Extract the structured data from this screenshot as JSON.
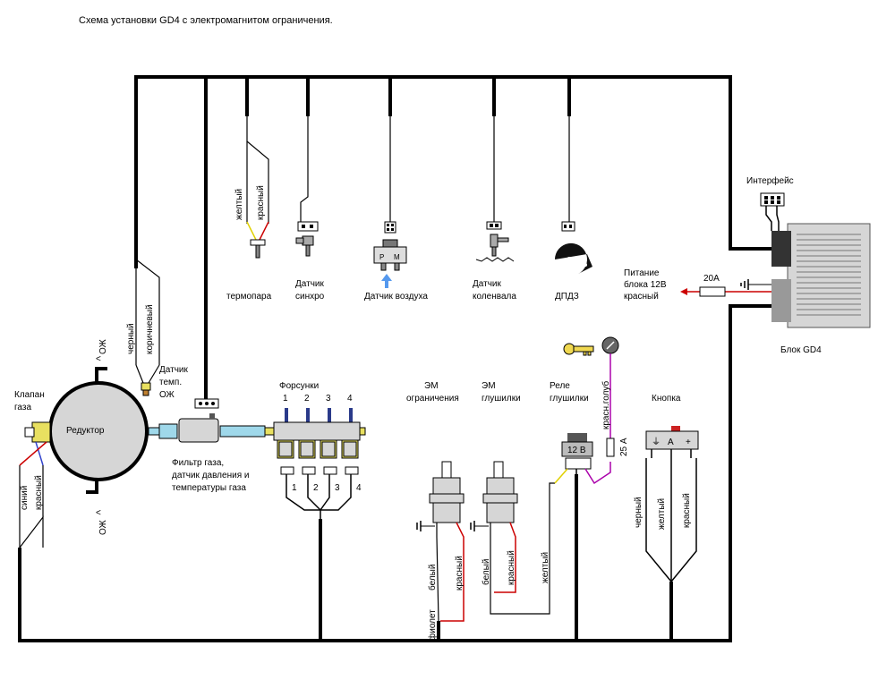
{
  "title": "Схема установки GD4 с электромагнитом ограничения.",
  "labels": {
    "interface": "Интерфейс",
    "block": "Блок GD4",
    "power_line1": "Питание",
    "power_line2": "блока 12В",
    "power_line3": "красный",
    "fuse_20a": "20А",
    "thermocouple": "термопара",
    "sync_line1": "Датчик",
    "sync_line2": "синхро",
    "air_sensor": "Датчик воздуха",
    "crank_line1": "Датчик",
    "crank_line2": "коленвала",
    "dpdz": "ДПДЗ",
    "reducer": "Редуктор",
    "gas_valve_line1": "Клапан",
    "gas_valve_line2": "газа",
    "temp_line1": "Датчик",
    "temp_line2": "темп.",
    "temp_line3": "ОЖ",
    "oz_top": "ОЖ",
    "oz_bottom": "ОЖ",
    "filter_line1": "Фильтр газа,",
    "filter_line2": "датчик давления и",
    "filter_line3": "температуры газа",
    "injectors": "Форсунки",
    "em_limit_line1": "ЭМ",
    "em_limit_line2": "ограничения",
    "em_muffler_line1": "ЭМ",
    "em_muffler_line2": "глушилки",
    "relay_line1": "Реле",
    "relay_line2": "глушилки",
    "button": "Кнопка",
    "fuse_25a": "25 А",
    "relay_12v": "12 В",
    "sensor_p": "P",
    "sensor_m": "M",
    "button_a": "A",
    "button_plus": "+"
  },
  "wires": {
    "yellow": "желтый",
    "red": "красный",
    "black": "черный",
    "brown": "коричневый",
    "blue": "синий",
    "white": "белый",
    "violet": "фиолет",
    "red_blue": "красн.голуб"
  },
  "injector_numbers": [
    "1",
    "2",
    "3",
    "4"
  ],
  "colors": {
    "wire_red": "#cc0000",
    "wire_yellow": "#e0d000",
    "wire_violet": "#aa00aa",
    "block_body": "#d6d6d6",
    "filter_blue": "#9fd8ea",
    "valve_yellow": "#e8e060"
  }
}
